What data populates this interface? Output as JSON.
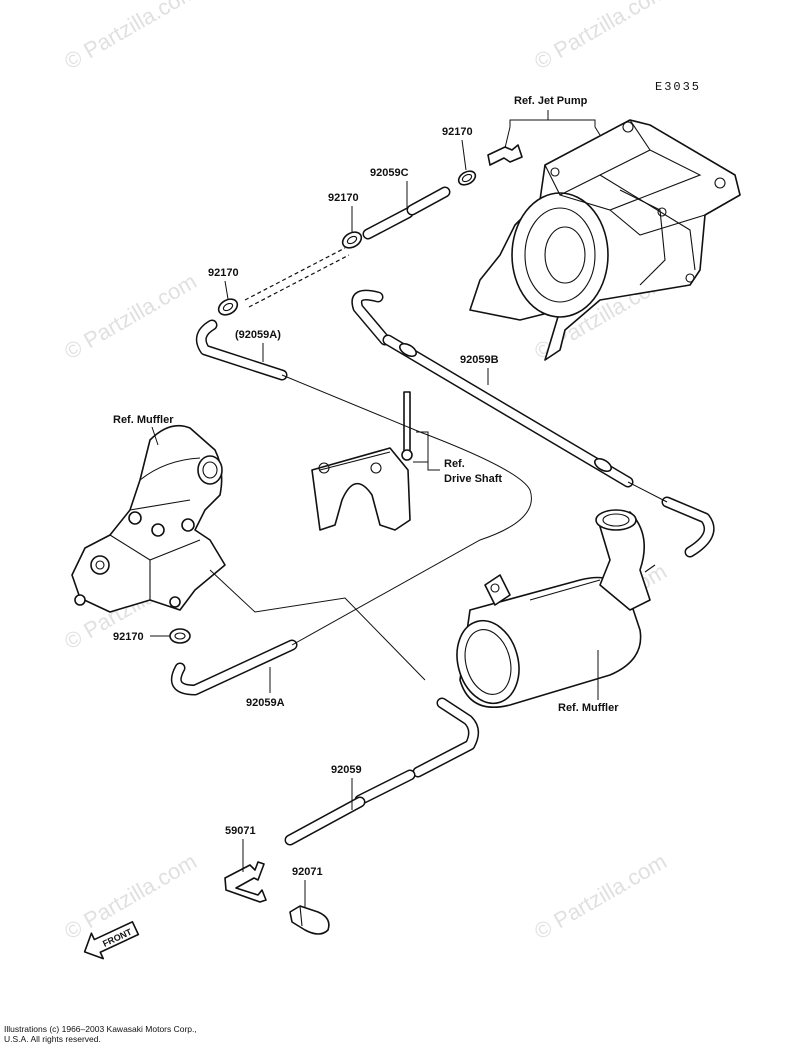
{
  "diagram_code": "E3035",
  "watermark": "© Partzilla.com",
  "labels": {
    "ref_jet_pump": "Ref. Jet Pump",
    "clamp_top": "92170",
    "hose_92059c": "92059C",
    "clamp_mid": "92170",
    "clamp_left": "92170",
    "hose_92059a_paren": "(92059A)",
    "hose_92059b": "92059B",
    "ref_muffler_left": "Ref. Muffler",
    "ref_drive_shaft_1": "Ref.",
    "ref_drive_shaft_2": "Drive Shaft",
    "clamp_bottom": "92170",
    "hose_92059a": "92059A",
    "ref_muffler_right": "Ref. Muffler",
    "hose_92059": "92059",
    "fitting_59071": "59071",
    "plug_92071": "92071",
    "front_arrow": "FRONT"
  },
  "footer": {
    "line1": "Illustrations (c) 1966–2003 Kawasaki Motors Corp.,",
    "line2": "U.S.A. All rights reserved."
  }
}
